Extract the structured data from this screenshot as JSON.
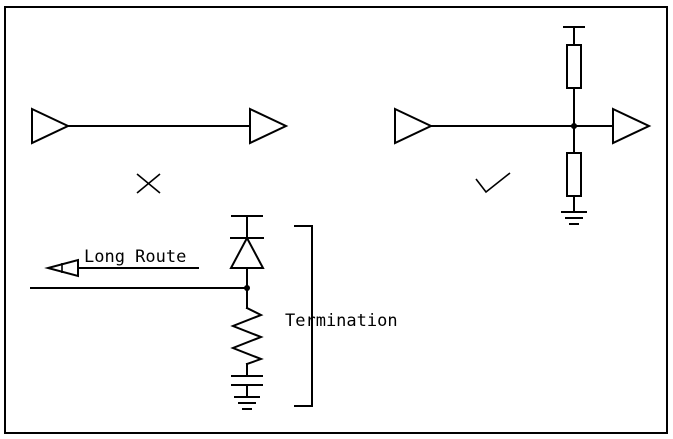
{
  "labels": {
    "long_route": "Long Route",
    "termination": "Termination"
  },
  "marks": {
    "wrong": "cross-mark",
    "right": "check-mark"
  },
  "colors": {
    "ink": "#000000",
    "paper": "#ffffff"
  }
}
